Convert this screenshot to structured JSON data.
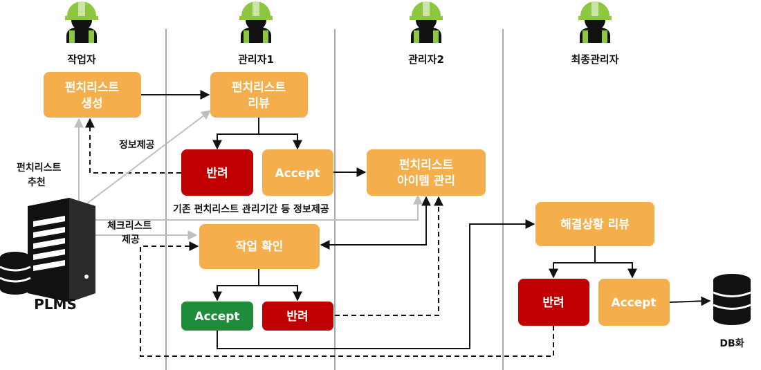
{
  "roles": {
    "worker": "작업자",
    "manager1": "관리자1",
    "manager2": "관리자2",
    "final_manager": "최종관리자"
  },
  "boxes": {
    "create_punchlist": [
      "펀치리스트",
      "생성"
    ],
    "review_punchlist": [
      "펀치리스트",
      "리뷰"
    ],
    "reject_1": "반려",
    "accept_1": "Accept",
    "item_manage": [
      "펀치리스트",
      "아이템 관리"
    ],
    "work_confirm": "작업 확인",
    "accept_2": "Accept",
    "reject_2": "반려",
    "resolution_review": "해결상황 리뷰",
    "reject_3": "반려",
    "accept_3": "Accept"
  },
  "notes": {
    "info_provide": "정보제공",
    "punchlist_recommend": [
      "펀치리스트",
      "추천"
    ],
    "existing_info": "기존 펀치리스트 관리기간 등 정보제공",
    "checklist_provide": [
      "체크리스트",
      "제공"
    ]
  },
  "plms_label": "PLMS",
  "db_label": "DB화",
  "colors": {
    "orange": "#F4AE4C",
    "red": "#C00000",
    "green": "#1E8C3A",
    "hat": "#8DC63F",
    "dark": "#111111",
    "gray_arrow": "#BFBFBF",
    "lane_line": "#8C8C8C"
  }
}
